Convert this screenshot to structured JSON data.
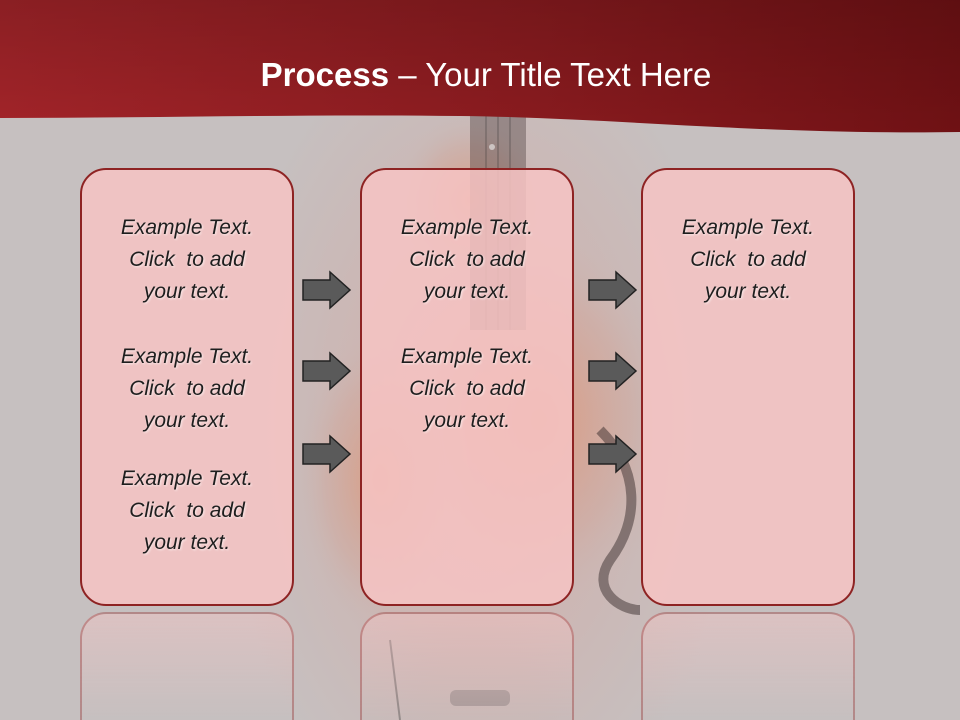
{
  "slide": {
    "title_bold": "Process",
    "title_rest": " – Your Title Text Here"
  },
  "panels": [
    {
      "blocks": [
        [
          "Example Text.",
          "Click  to add",
          "your text."
        ],
        [
          "Example Text.",
          "Click  to add",
          "your text."
        ],
        [
          "Example Text.",
          "Click  to add",
          "your text."
        ]
      ]
    },
    {
      "blocks": [
        [
          "Example Text.",
          "Click  to add",
          "your text."
        ],
        [
          "Example Text.",
          "Click  to add",
          "your text."
        ]
      ]
    },
    {
      "blocks": [
        [
          "Example Text.",
          "Click  to add",
          "your text."
        ]
      ]
    }
  ],
  "colors": {
    "header_dark": "#7e1517",
    "header_light": "#a32429",
    "panel_border": "#8e2323",
    "panel_fill": "#f6c4c4",
    "arrow_fill": "#5a5a5a"
  },
  "icons": {
    "arrow": "right-arrow-icon"
  }
}
